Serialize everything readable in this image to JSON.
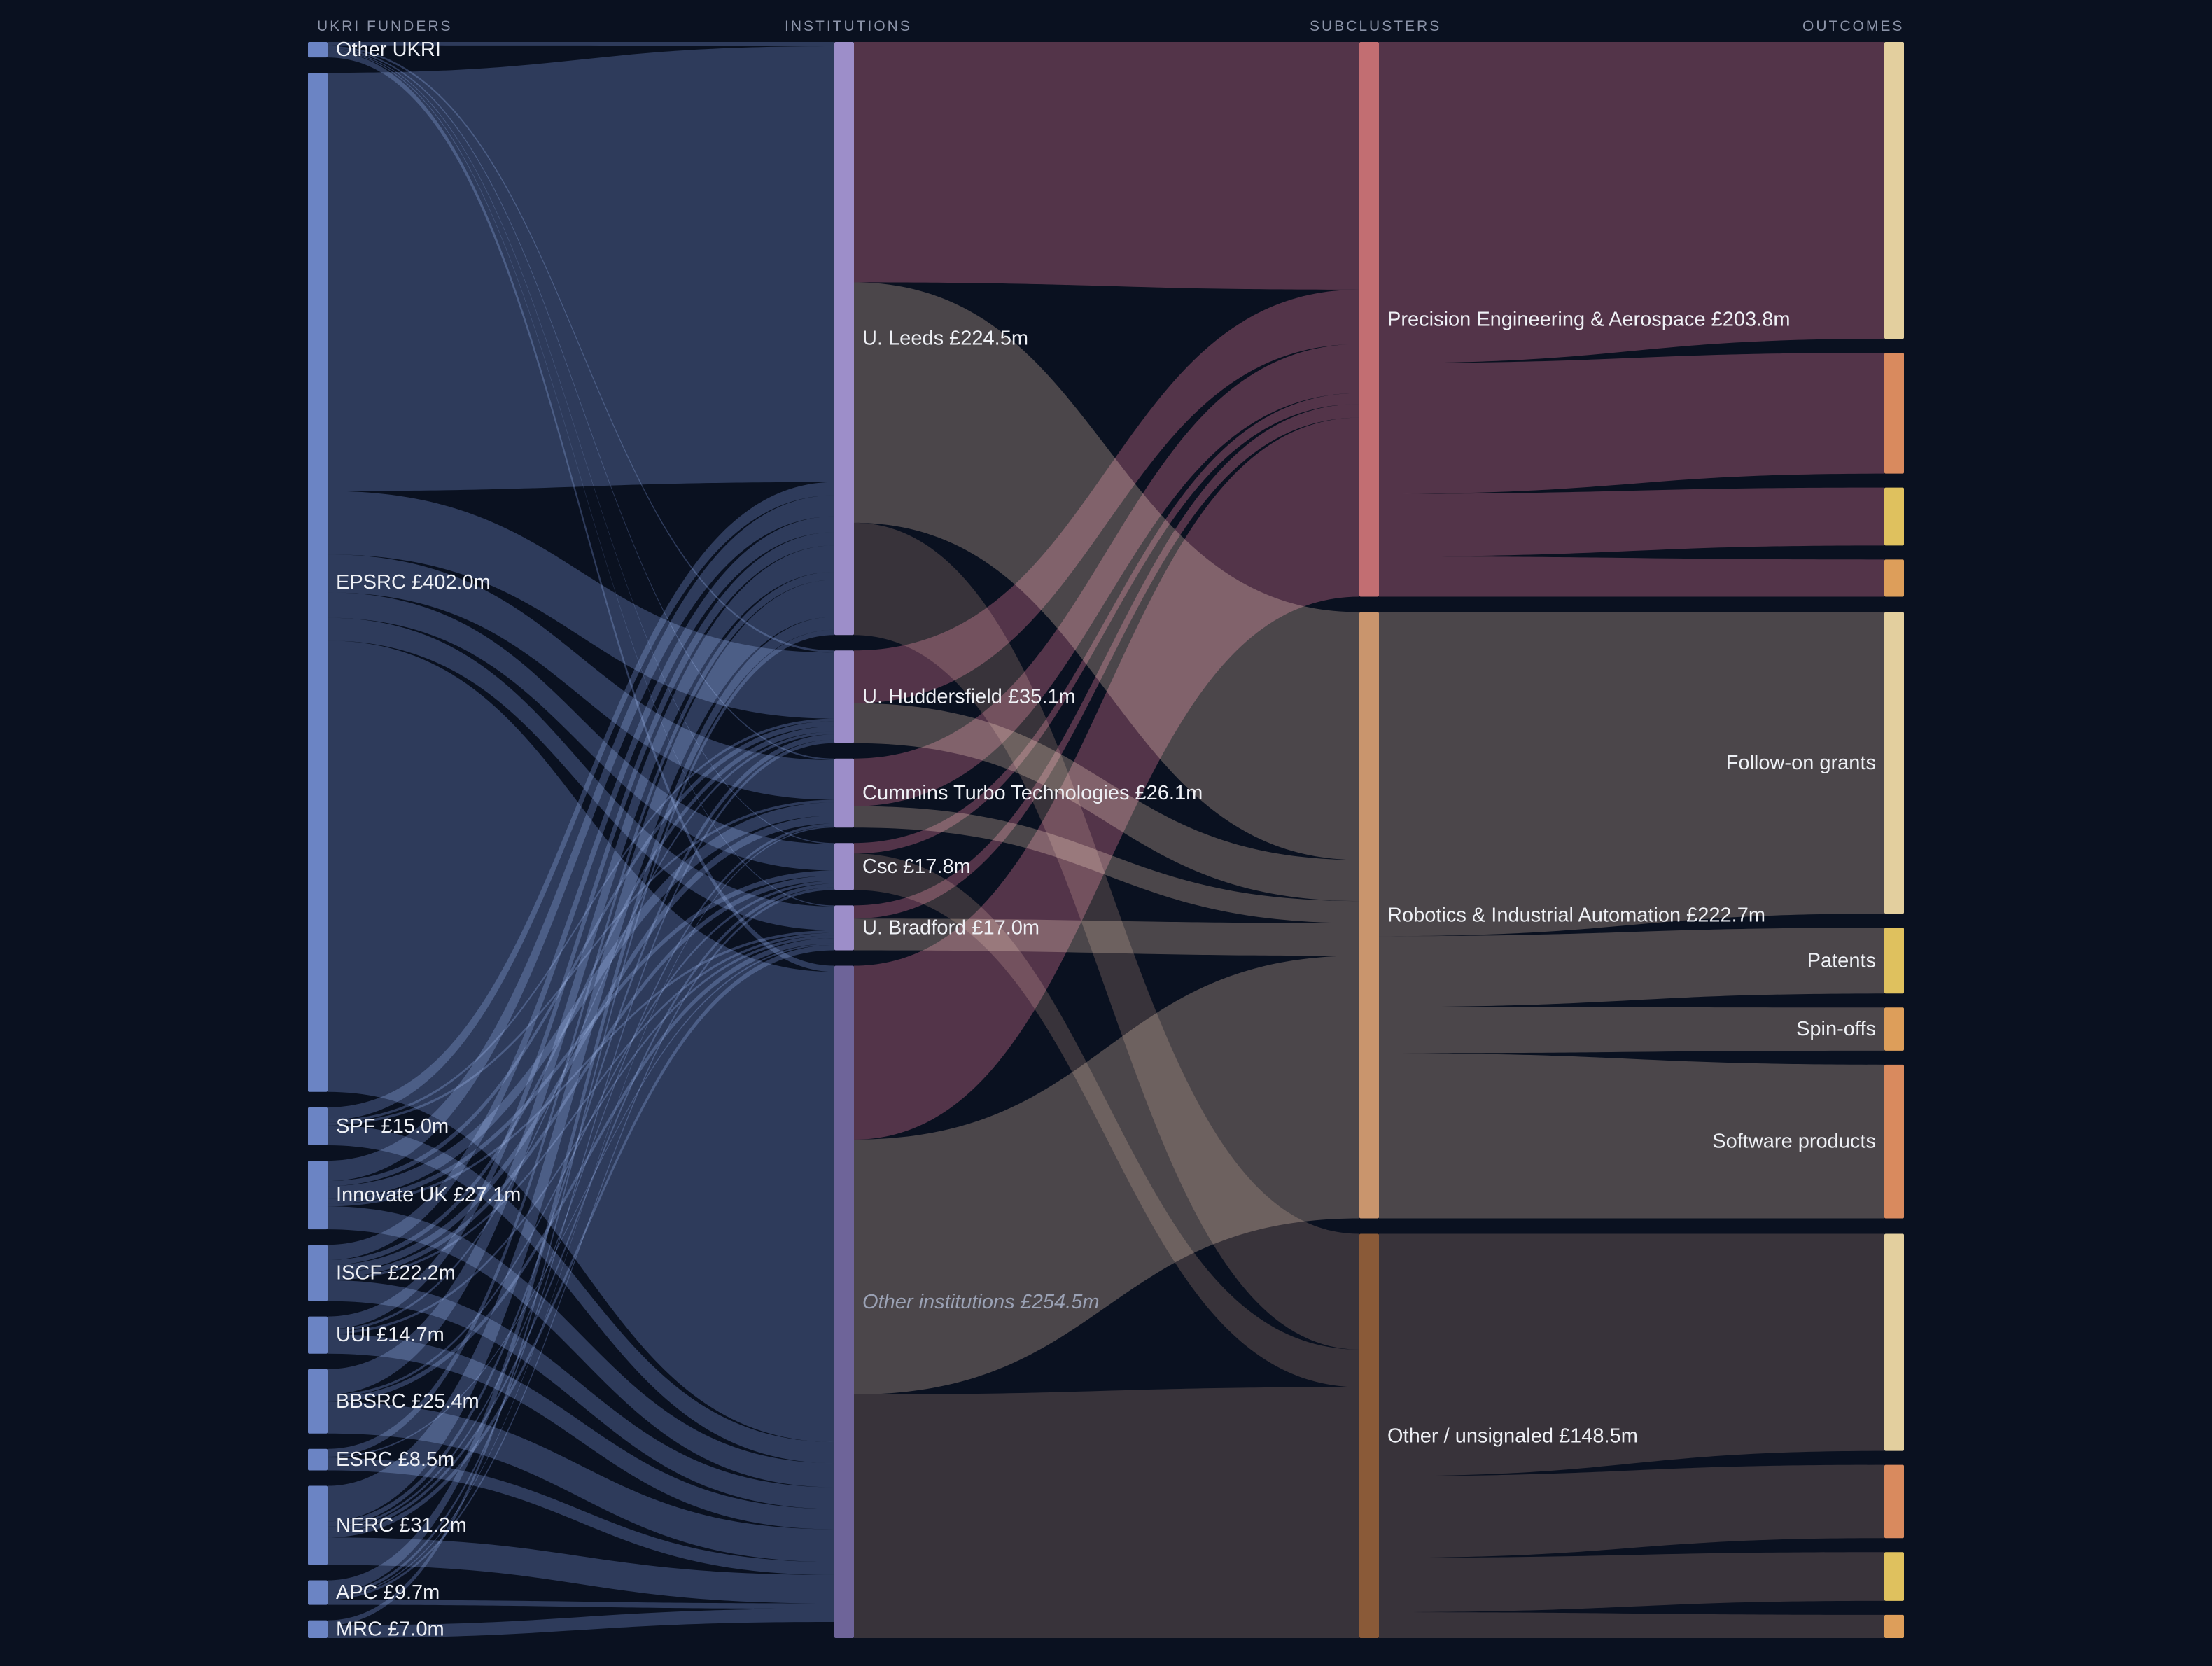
{
  "headers": {
    "funders": "UKRI FUNDERS",
    "institutions": "INSTITUTIONS",
    "subclusters": "SUBCLUSTERS",
    "outcomes": "OUTCOMES"
  },
  "colors": {
    "background": "#0a1120",
    "funder": "#6b84c4",
    "institution": "#9d8ec9",
    "institution_other": "#6e6499",
    "subcluster_precision": "#c26e72",
    "subcluster_robotics": "#c9956d",
    "subcluster_other": "#8a5a38",
    "outcome_followon": "#e3cf9e",
    "outcome_patents": "#dfc15e",
    "outcome_spinoffs": "#dd9e5a",
    "outcome_software": "#d98a5e"
  },
  "funders": [
    {
      "id": "otherukri",
      "label": "Other UKRI",
      "value": 6.1
    },
    {
      "id": "epsrc",
      "label": "EPSRC £402.0m",
      "value": 402.0
    },
    {
      "id": "spf",
      "label": "SPF £15.0m",
      "value": 15.0
    },
    {
      "id": "innovate",
      "label": "Innovate UK £27.1m",
      "value": 27.1
    },
    {
      "id": "iscf",
      "label": "ISCF £22.2m",
      "value": 22.2
    },
    {
      "id": "uui",
      "label": "UUI £14.7m",
      "value": 14.7
    },
    {
      "id": "bbsrc",
      "label": "BBSRC £25.4m",
      "value": 25.4
    },
    {
      "id": "esrc",
      "label": "ESRC £8.5m",
      "value": 8.5
    },
    {
      "id": "nerc",
      "label": "NERC £31.2m",
      "value": 31.2
    },
    {
      "id": "apc",
      "label": "APC £9.7m",
      "value": 9.7
    },
    {
      "id": "mrc",
      "label": "MRC £7.0m",
      "value": 7.0
    }
  ],
  "institutions": [
    {
      "id": "leeds",
      "label": "U. Leeds £224.5m",
      "value": 224.5
    },
    {
      "id": "hudd",
      "label": "U. Huddersfield £35.1m",
      "value": 35.1
    },
    {
      "id": "cummins",
      "label": "Cummins Turbo Technologies £26.1m",
      "value": 26.1
    },
    {
      "id": "csc",
      "label": "Csc £17.8m",
      "value": 17.8
    },
    {
      "id": "bradford",
      "label": "U. Bradford £17.0m",
      "value": 17.0
    },
    {
      "id": "other",
      "label": "Other institutions £254.5m",
      "value": 254.5,
      "italic": true
    }
  ],
  "subclusters": [
    {
      "id": "precision",
      "label": "Precision Engineering & Aerospace £203.8m",
      "value": 203.8
    },
    {
      "id": "robotics",
      "label": "Robotics & Industrial Automation £222.7m",
      "value": 222.7
    },
    {
      "id": "unsig",
      "label": "Other / unsignaled £148.5m",
      "value": 148.5
    }
  ],
  "outcome_groups": [
    {
      "subcluster": "precision",
      "items": [
        {
          "type": "followon",
          "label": "",
          "value": 118
        },
        {
          "type": "software",
          "label": "",
          "value": 48
        },
        {
          "type": "patents",
          "label": "",
          "value": 23
        },
        {
          "type": "spinoffs",
          "label": "",
          "value": 14.8
        }
      ]
    },
    {
      "subcluster": "robotics",
      "items": [
        {
          "type": "followon",
          "label": "Follow-on grants",
          "value": 119
        },
        {
          "type": "patents",
          "label": "Patents",
          "value": 26
        },
        {
          "type": "spinoffs",
          "label": "Spin-offs",
          "value": 17
        },
        {
          "type": "software",
          "label": "Software products",
          "value": 60.7
        }
      ]
    },
    {
      "subcluster": "unsig",
      "items": [
        {
          "type": "followon",
          "label": "",
          "value": 89
        },
        {
          "type": "software",
          "label": "",
          "value": 30
        },
        {
          "type": "patents",
          "label": "",
          "value": 20
        },
        {
          "type": "spinoffs",
          "label": "",
          "value": 9.5
        }
      ]
    }
  ],
  "flows_funder_institution": [
    [
      "otherukri",
      "leeds",
      1.6
    ],
    [
      "otherukri",
      "hudd",
      0.8
    ],
    [
      "otherukri",
      "cummins",
      0.6
    ],
    [
      "otherukri",
      "csc",
      0.4
    ],
    [
      "otherukri",
      "bradford",
      0.4
    ],
    [
      "otherukri",
      "other",
      2.3
    ],
    [
      "epsrc",
      "leeds",
      165
    ],
    [
      "epsrc",
      "hudd",
      25
    ],
    [
      "epsrc",
      "cummins",
      15
    ],
    [
      "epsrc",
      "csc",
      10
    ],
    [
      "epsrc",
      "bradford",
      9
    ],
    [
      "epsrc",
      "other",
      178
    ],
    [
      "spf",
      "leeds",
      5
    ],
    [
      "spf",
      "hudd",
      1
    ],
    [
      "spf",
      "cummins",
      1
    ],
    [
      "spf",
      "other",
      8
    ],
    [
      "innovate",
      "leeds",
      8
    ],
    [
      "innovate",
      "hudd",
      2
    ],
    [
      "innovate",
      "cummins",
      5
    ],
    [
      "innovate",
      "csc",
      2
    ],
    [
      "innovate",
      "bradford",
      1
    ],
    [
      "innovate",
      "other",
      9.1
    ],
    [
      "iscf",
      "leeds",
      6
    ],
    [
      "iscf",
      "hudd",
      2
    ],
    [
      "iscf",
      "cummins",
      3
    ],
    [
      "iscf",
      "csc",
      2
    ],
    [
      "iscf",
      "bradford",
      1
    ],
    [
      "iscf",
      "other",
      8.2
    ],
    [
      "uui",
      "leeds",
      5
    ],
    [
      "uui",
      "hudd",
      1
    ],
    [
      "uui",
      "bradford",
      1
    ],
    [
      "uui",
      "other",
      7.7
    ],
    [
      "bbsrc",
      "leeds",
      10
    ],
    [
      "bbsrc",
      "csc",
      1
    ],
    [
      "bbsrc",
      "bradford",
      2
    ],
    [
      "bbsrc",
      "other",
      12.4
    ],
    [
      "esrc",
      "leeds",
      3
    ],
    [
      "esrc",
      "bradford",
      0.6
    ],
    [
      "esrc",
      "other",
      4.9
    ],
    [
      "nerc",
      "leeds",
      14
    ],
    [
      "nerc",
      "hudd",
      2
    ],
    [
      "nerc",
      "cummins",
      1
    ],
    [
      "nerc",
      "csc",
      1.4
    ],
    [
      "nerc",
      "bradford",
      2
    ],
    [
      "nerc",
      "other",
      10.8
    ],
    [
      "apc",
      "leeds",
      4.9
    ],
    [
      "apc",
      "hudd",
      1.3
    ],
    [
      "apc",
      "cummins",
      0.5
    ],
    [
      "apc",
      "csc",
      1
    ],
    [
      "apc",
      "other",
      2
    ],
    [
      "mrc",
      "leeds",
      2
    ],
    [
      "mrc",
      "other",
      5
    ]
  ],
  "flows_institution_subcluster": [
    [
      "leeds",
      "precision",
      91
    ],
    [
      "leeds",
      "robotics",
      91
    ],
    [
      "leeds",
      "unsig",
      42.5
    ],
    [
      "hudd",
      "precision",
      20
    ],
    [
      "hudd",
      "robotics",
      15.1
    ],
    [
      "cummins",
      "precision",
      18
    ],
    [
      "cummins",
      "robotics",
      8.1
    ],
    [
      "csc",
      "precision",
      4
    ],
    [
      "csc",
      "unsig",
      13.8
    ],
    [
      "bradford",
      "precision",
      5
    ],
    [
      "bradford",
      "robotics",
      12
    ],
    [
      "other",
      "precision",
      65.8
    ],
    [
      "other",
      "robotics",
      96.5
    ],
    [
      "other",
      "unsig",
      92.2
    ]
  ]
}
